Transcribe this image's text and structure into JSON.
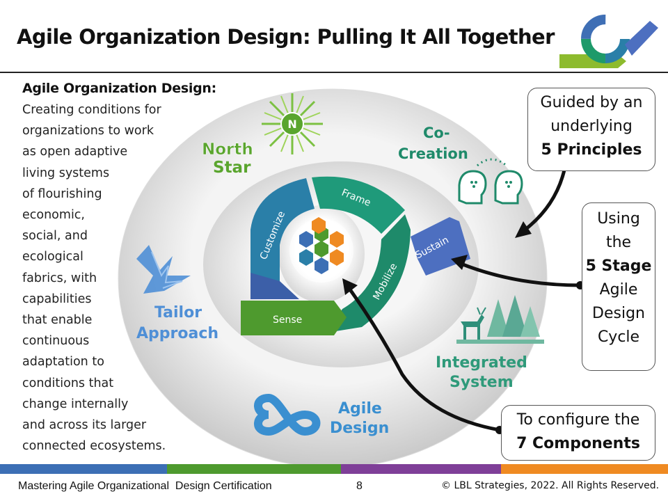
{
  "title": "Agile Organization Design: Pulling It All Together",
  "definition": {
    "heading": "Agile Organization Design:",
    "lines": [
      "Creating conditions for",
      "organizations to work",
      "as open adaptive",
      "living systems",
      "of flourishing",
      "economic,",
      "social, and",
      "ecological",
      "fabrics, with",
      "capabilities",
      "that enable",
      "continuous",
      "adaptation to",
      "conditions that",
      "change internally",
      "and across its larger",
      "connected ecosystems."
    ]
  },
  "principles": {
    "north_star": [
      "North",
      "Star"
    ],
    "north_star_badge": "N",
    "co_creation": [
      "Co-",
      "Creation"
    ],
    "tailor_approach": [
      "Tailor",
      "Approach"
    ],
    "integrated_system": [
      "Integrated",
      "System"
    ],
    "agile_design": [
      "Agile",
      "Design"
    ]
  },
  "cycle": {
    "stages": [
      "Sense",
      "Customize",
      "Frame",
      "Mobilize",
      "Sustain"
    ]
  },
  "callouts": {
    "principles": {
      "line1": "Guided by an",
      "line2": "underlying",
      "bold": "5 Principles"
    },
    "cycle": {
      "line1": "Using",
      "line2": "the",
      "bold": "5 Stage",
      "line3": "Agile",
      "line4": "Design",
      "line5": "Cycle"
    },
    "components": {
      "line1": "To configure the",
      "bold": "7 Components"
    }
  },
  "footer": {
    "left": "Mastering Agile Organizational  Design Certification",
    "page": "8",
    "right": "© LBL Strategies, 2022. All Rights Reserved."
  },
  "colors": {
    "green": "#4e9a2e",
    "teal": "#2a8f86",
    "blue": "#3c6fb5",
    "purple": "#7f3f98",
    "orange": "#ef8a22",
    "dark_teal": "#1f7a73"
  }
}
